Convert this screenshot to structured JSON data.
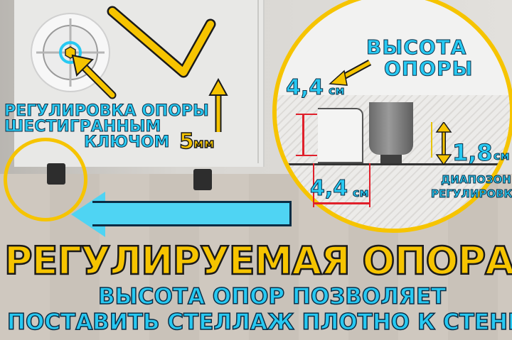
{
  "callout_left": {
    "line1": "РЕГУЛИРОВКА ОПОРЫ",
    "line2": "ШЕСТИГРАННЫМ",
    "line3": "КЛЮЧОМ",
    "size_value": "5",
    "size_unit": "мм"
  },
  "zoom": {
    "title_line1": "ВЫСОТА",
    "title_line2": "ОПОРЫ",
    "height_value": "4,4",
    "height_unit": "см",
    "width_value": "4,4",
    "width_unit": "см",
    "range_value": "1,8",
    "range_unit": "см",
    "range_label_line1": "ДИАПОЗОН",
    "range_label_line2": "РЕГУЛИРОВКИ"
  },
  "headline": "РЕГУЛИРУЕМАЯ ОПОРА",
  "subline1": "ВЫСОТА ОПОР ПОЗВОЛЯЕТ",
  "subline2": "ПОСТАВИТЬ СТЕЛЛАЖ ПЛОТНО К СТЕНЕ",
  "colors": {
    "accent_yellow": "#f6c400",
    "accent_cyan": "#27c9f2",
    "dimension_red": "#e0202b"
  }
}
